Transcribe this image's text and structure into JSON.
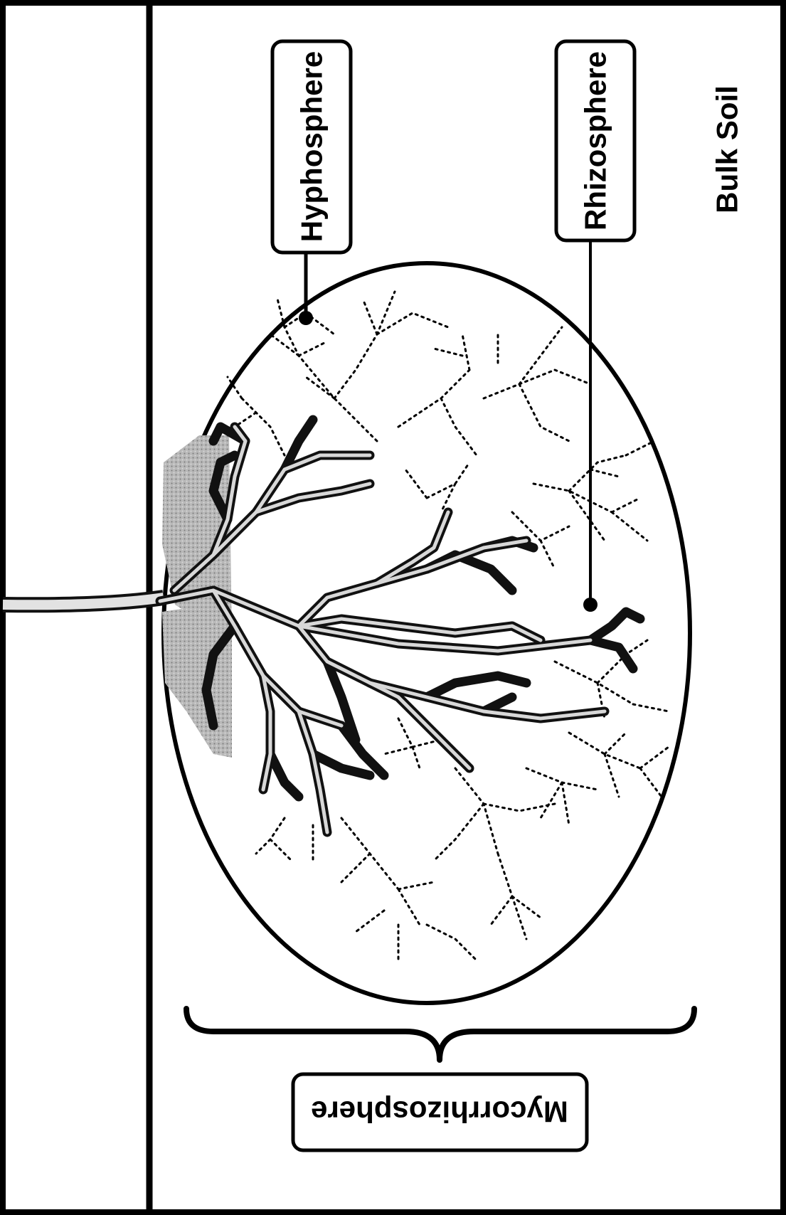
{
  "labels": {
    "hyphosphere": "Hyphosphere",
    "rhizosphere": "Rhizosphere",
    "bulk_soil": "Bulk Soil",
    "mycorrhizosphere": "Mycorrhizosphere"
  },
  "colors": {
    "line": "#000000",
    "background": "#ffffff",
    "shading": "#a8a8a8"
  }
}
